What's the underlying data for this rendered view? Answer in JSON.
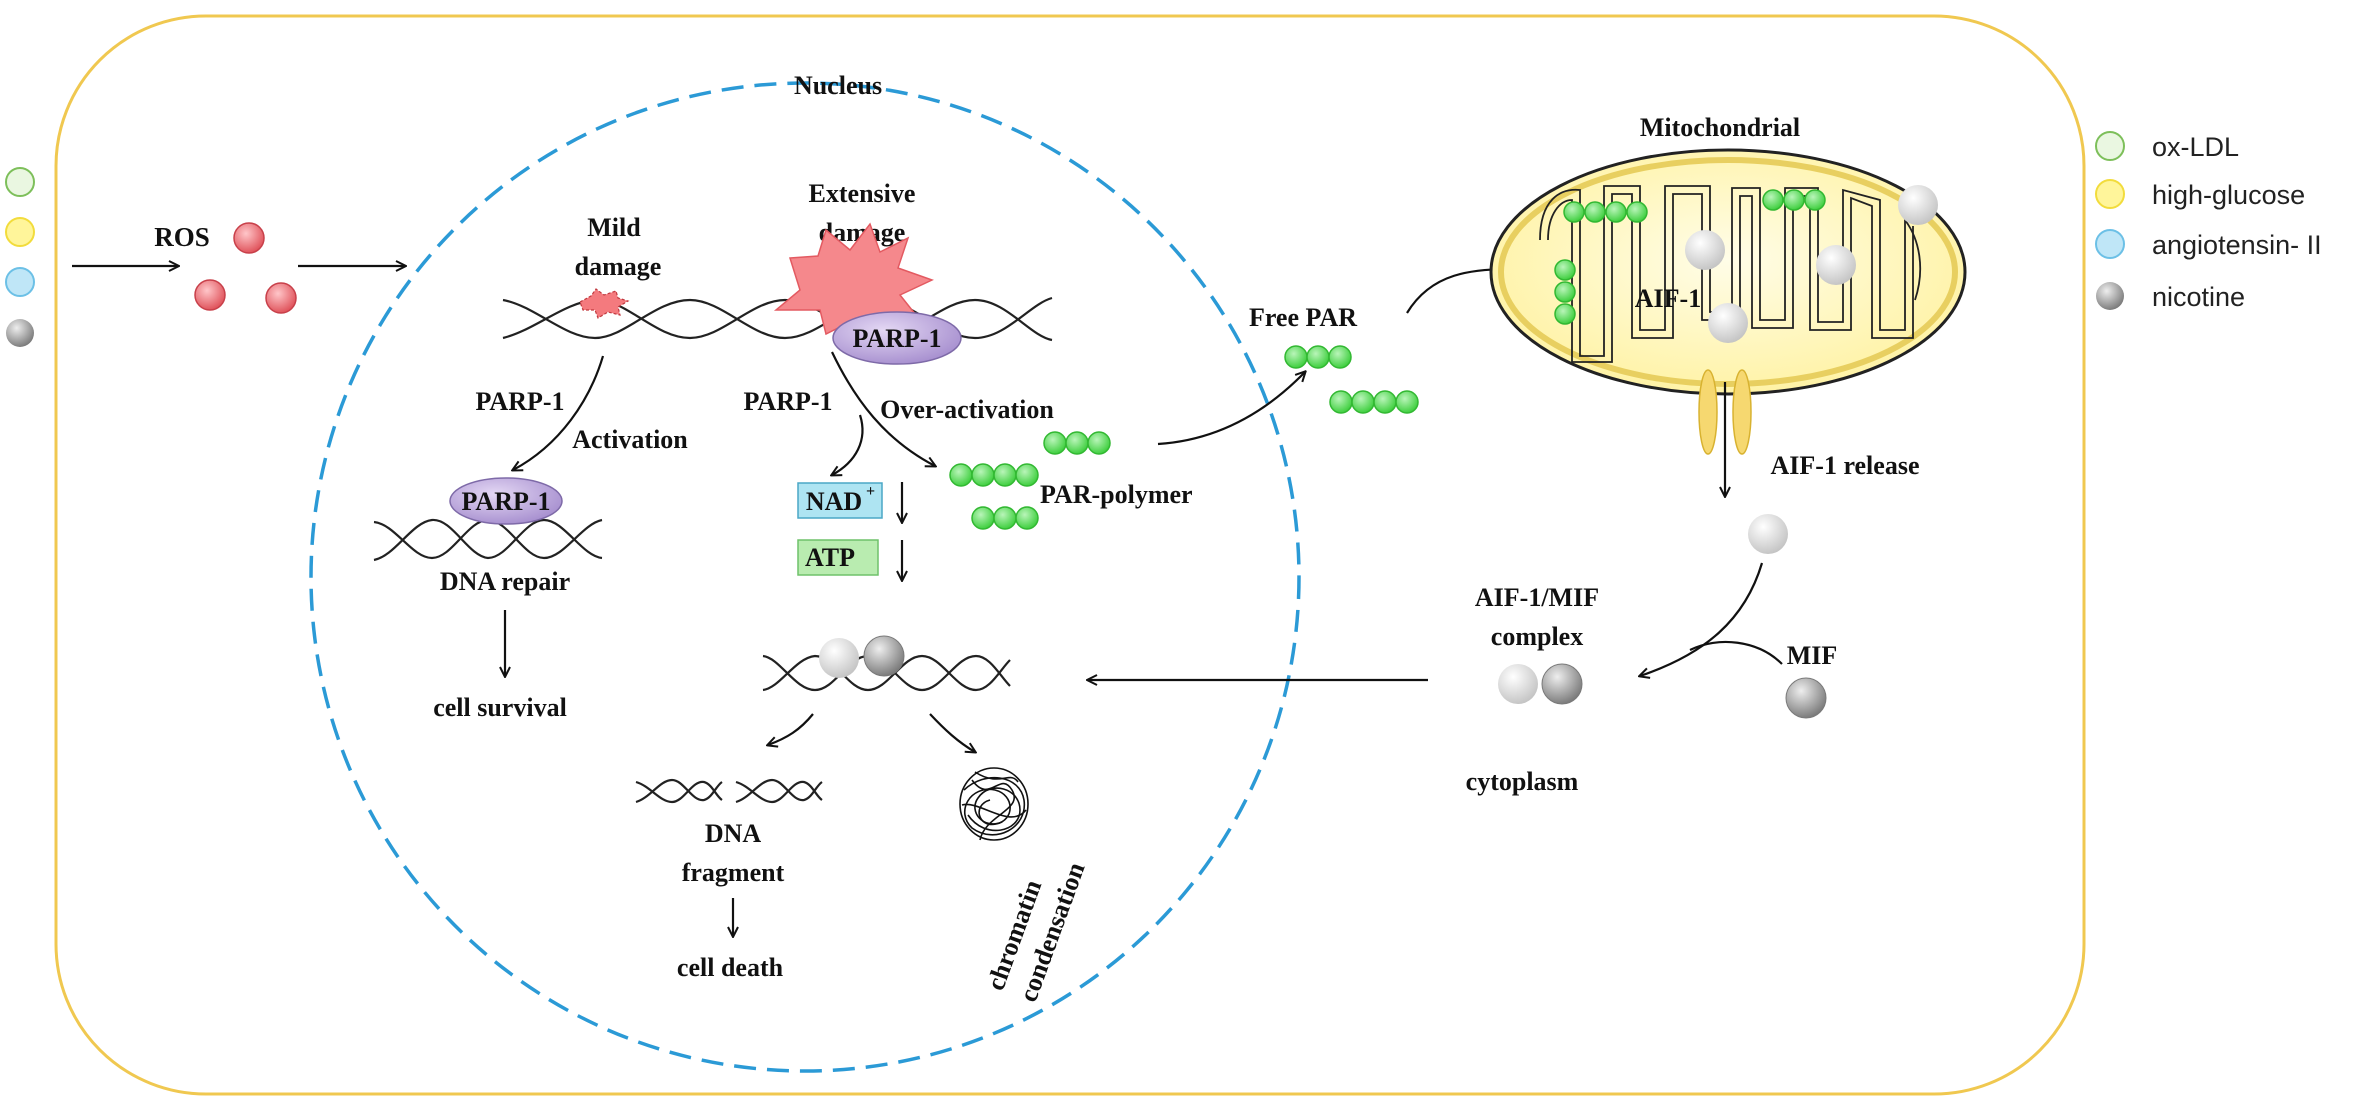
{
  "labels": {
    "nucleus": "Nucleus",
    "ros": "ROS",
    "mild_damage_1": "Mild",
    "mild_damage_2": "damage",
    "extensive_damage_1": "Extensive",
    "extensive_damage_2": "damage",
    "parp1_top": "PARP-1",
    "parp1_left": "PARP-1",
    "activation": "Activation",
    "parp1_repair": "PARP-1",
    "dna_repair": "DNA repair",
    "cell_survival": "cell survival",
    "parp1_mid": "PARP-1",
    "over_activation": "Over-activation",
    "nad": "NAD",
    "nad_sup": "+",
    "atp": "ATP",
    "par_polymer": "PAR-polymer",
    "dna_fragment_1": "DNA",
    "dna_fragment_2": "fragment",
    "cell_death": "cell death",
    "chromatin_1": "chromatin",
    "chromatin_2": "condensation",
    "free_par": "Free PAR",
    "mitochondrial": "Mitochondrial",
    "aif1": "AIF-1",
    "aif1_release": "AIF-1 release",
    "complex_1": "AIF-1/MIF",
    "complex_2": "complex",
    "mif": "MIF",
    "cytoplasm": "cytoplasm"
  },
  "legend": [
    {
      "label": "ox-LDL",
      "icon": "green-circle-icon",
      "fill": "#eaf7e1",
      "stroke": "#7dbf5a"
    },
    {
      "label": "high-glucose",
      "icon": "yellow-circle-icon",
      "fill": "#fff59a",
      "stroke": "#f2dc3c"
    },
    {
      "label": "angiotensin- II",
      "icon": "blue-circle-icon",
      "fill": "#bfe6f7",
      "stroke": "#6cc0e6"
    },
    {
      "label": "nicotine",
      "icon": "gray-circle-icon",
      "fill": "#b5b5b5",
      "stroke": "#8a8a8a"
    }
  ],
  "colors": {
    "cell_border": "#f0c850",
    "nucleus_border": "#2b9ad6",
    "ros": "#e8666e",
    "par_bead": "#66dc66",
    "parp1": "#b8a2d6",
    "damage": "#f47a7e",
    "mito_fill": "#fff7b4",
    "nad_box": "#aee4f2",
    "atp_box": "#b9ecb0"
  }
}
